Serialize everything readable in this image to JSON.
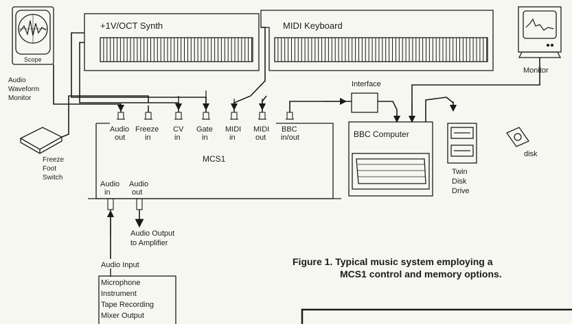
{
  "devices": {
    "synth": "+1V/OCT Synth",
    "midi_keyboard": "MIDI Keyboard",
    "monitor": "Monitor",
    "scope": "Scope",
    "scope_caption": [
      "Audio",
      "Waveform",
      "Monitor"
    ],
    "footswitch": [
      "Freeze",
      "Foot",
      "Switch"
    ],
    "interface": "Interface",
    "bbc_computer": "BBC Computer",
    "twin_disk": [
      "Twin",
      "Disk",
      "Drive"
    ],
    "disk": "disk",
    "mcs1": "MCS1",
    "audio_output": [
      "Audio Output",
      "to Amplifier"
    ],
    "audio_input": "Audio Input",
    "sources": [
      "Microphone",
      "Instrument",
      "Tape Recording",
      "Mixer Output"
    ]
  },
  "mcs1_ports_top": [
    {
      "l1": "Audio",
      "l2": "out"
    },
    {
      "l1": "Freeze",
      "l2": "in"
    },
    {
      "l1": "CV",
      "l2": "in"
    },
    {
      "l1": "Gate",
      "l2": "in"
    },
    {
      "l1": "MIDI",
      "l2": "in"
    },
    {
      "l1": "MIDI",
      "l2": "out"
    },
    {
      "l1": "BBC",
      "l2": "in/out"
    }
  ],
  "mcs1_ports_bottom": [
    {
      "l1": "Audio",
      "l2": "in"
    },
    {
      "l1": "Audio",
      "l2": "out"
    }
  ],
  "caption": {
    "line1": "Figure 1. Typical music system employing a",
    "line2": "MCS1 control and memory options."
  }
}
